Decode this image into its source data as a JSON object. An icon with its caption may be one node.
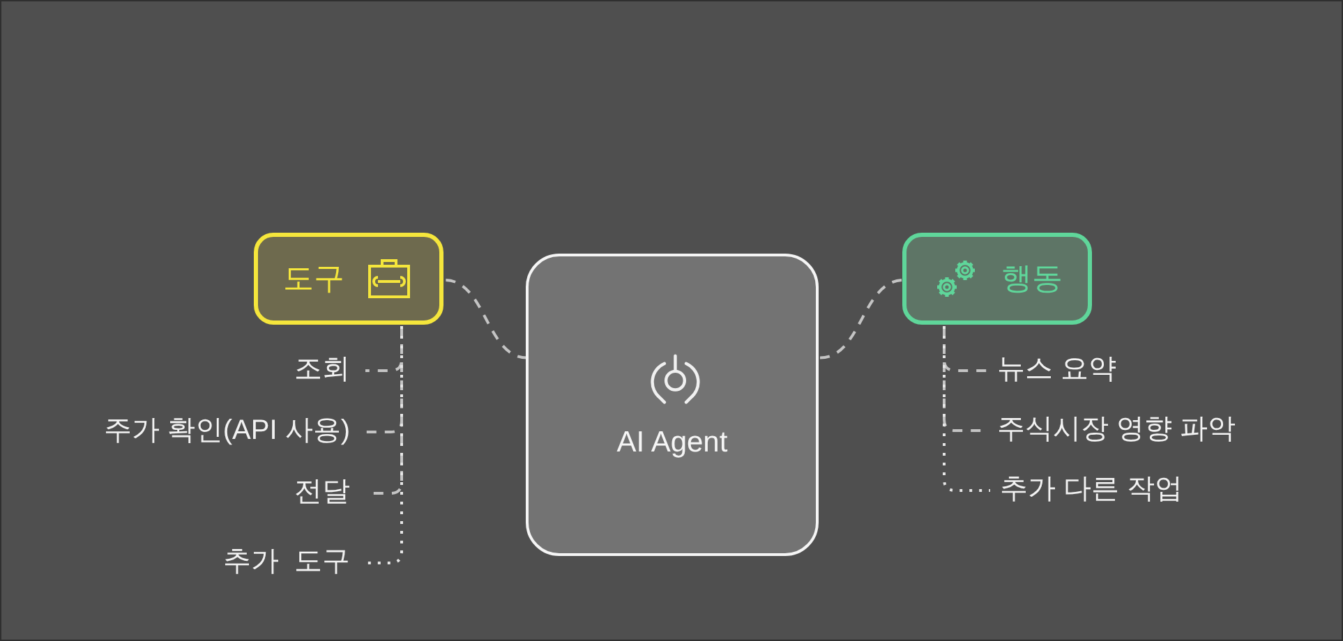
{
  "diagram": {
    "nodes": [
      {
        "text": [
          "AI Agent"
        ]
      },
      {
        "text": [
          "도구"
        ]
      },
      {
        "text": [
          "조회"
        ]
      },
      {
        "text": [
          "주가 확인(API 사용)"
        ]
      },
      {
        "text": [
          "전달"
        ]
      },
      {
        "text": [
          "추가  도구"
        ]
      },
      {
        "text": [
          "행동"
        ]
      },
      {
        "text": [
          "뉴스 요약"
        ]
      },
      {
        "text": [
          "주식시장 영향 파악"
        ]
      },
      {
        "text": [
          "추가 다른 작업"
        ]
      }
    ],
    "edges": [
      {
        "from": 0,
        "to": 1,
        "arrow": "none",
        "style": "dashed"
      },
      {
        "from": 0,
        "to": 6,
        "arrow": "none",
        "style": "dashed"
      },
      {
        "from": 1,
        "to": 2,
        "arrow": "none",
        "style": "dashed"
      },
      {
        "from": 1,
        "to": 3,
        "arrow": "none",
        "style": "dashed"
      },
      {
        "from": 1,
        "to": 4,
        "arrow": "none",
        "style": "dashed"
      },
      {
        "from": 1,
        "to": 5,
        "arrow": "none"
      },
      {
        "from": 6,
        "to": 7,
        "arrow": "none",
        "style": "dashed"
      },
      {
        "from": 6,
        "to": 8,
        "arrow": "none",
        "style": "dashed"
      },
      {
        "from": 6,
        "to": 9,
        "arrow": "none"
      }
    ]
  }
}
